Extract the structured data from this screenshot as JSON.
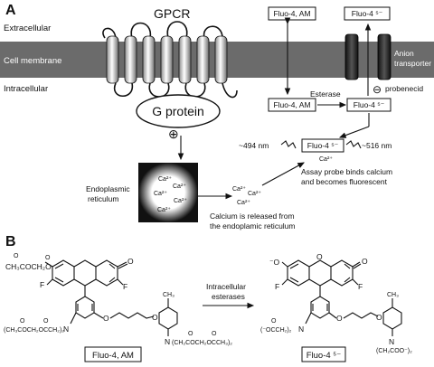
{
  "panels": {
    "a": "A",
    "b": "B"
  },
  "membrane": {
    "extracellular": "Extracellular",
    "cell_membrane": "Cell membrane",
    "intracellular": "Intracellular",
    "membrane_color": "#6b6b6b"
  },
  "gpcr": {
    "label": "GPCR"
  },
  "g_protein": {
    "label": "G protein",
    "activation_symbol": "⊕"
  },
  "er": {
    "label_line1": "Endoplasmic",
    "label_line2": "reticulum",
    "ions": [
      "Ca²⁺",
      "Ca²⁺",
      "Ca²⁺",
      "Ca²⁺",
      "Ca²⁺"
    ]
  },
  "release": {
    "ions": [
      "Ca²⁺",
      "Ca²⁺",
      "Ca²⁺"
    ],
    "caption_line1": "Calcium is released from",
    "caption_line2": "the endoplamic reticulum"
  },
  "fluo_boxes": {
    "extra_am": "Fluo-4, AM",
    "extra_ion": "Fluo-4 ⁵⁻",
    "intra_am": "Fluo-4, AM",
    "intra_ion": "Fluo-4 ⁵⁻",
    "bound": "Fluo-4 ⁵⁻"
  },
  "esterase": "Esterase",
  "anion_transporter": {
    "line1": "Anion",
    "line2": "transporter"
  },
  "probenecid": {
    "symbol": "⊖",
    "label": "probenecid"
  },
  "fluorescence": {
    "excitation": "~494 nm",
    "emission": "~516 nm",
    "bound_ion": "Ca²⁺",
    "caption_line1": "Assay probe binds calcium",
    "caption_line2": "and becomes fluorescent"
  },
  "chem": {
    "left_ester_top": "CH₃COCH₂O",
    "left_o_top": "O",
    "left_f1": "F",
    "left_f2": "F",
    "left_keto": "O",
    "left_ch3": "CH₃",
    "left_linker": "O",
    "left_linker2": "O",
    "left_n1": "N",
    "left_n2": "N",
    "left_ester_bl": "(CH₃COCH₂OCCH₂)₂",
    "left_ester_br": "(CH₂COCH₂OCCH₃)₂",
    "left_o_marks": [
      "O",
      "O",
      "O",
      "O",
      "O"
    ],
    "reaction_line1": "Intracellular",
    "reaction_line2": "esterases",
    "right_o_minus": "⁻O",
    "right_ring_o": "O",
    "right_keto": "O",
    "right_f1": "F",
    "right_f2": "F",
    "right_ch3": "CH₃",
    "right_linker": "O",
    "right_linker2": "O",
    "right_n1": "N",
    "right_n2": "N",
    "right_carboxy_l": "(⁻OCCH₂)₂",
    "right_carboxy_r": "(CH₂COO⁻)₂",
    "right_o_mark": "O",
    "label_left": "Fluo-4, AM",
    "label_right": "Fluo-4 ⁵⁻"
  }
}
